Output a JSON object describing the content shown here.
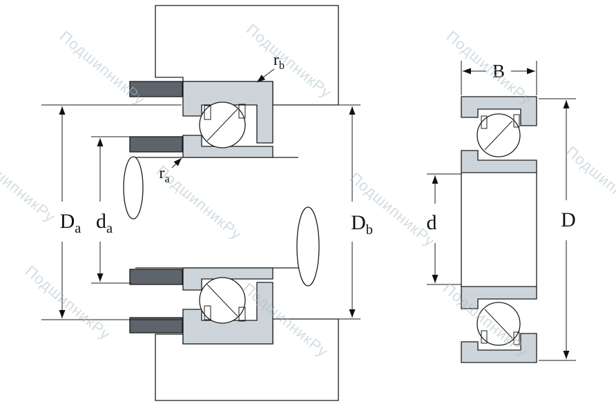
{
  "watermark": {
    "text": "ПодшипникРу"
  },
  "labels": {
    "Da": {
      "base": "D",
      "sub": "a"
    },
    "da": {
      "base": "d",
      "sub": "a"
    },
    "Db": {
      "base": "D",
      "sub": "b"
    },
    "ra": {
      "base": "r",
      "sub": "a"
    },
    "rb": {
      "base": "r",
      "sub": "b"
    },
    "B": {
      "base": "B",
      "sub": ""
    },
    "d": {
      "base": "d",
      "sub": ""
    },
    "D": {
      "base": "D",
      "sub": ""
    }
  },
  "colors": {
    "ring_fill": "#cdd5da",
    "spacer_fill": "#5d646b",
    "ball_fill": "#ffffff",
    "line": "#1a1a1a",
    "watermark": "#a9bcc7",
    "background": "#ffffff"
  }
}
